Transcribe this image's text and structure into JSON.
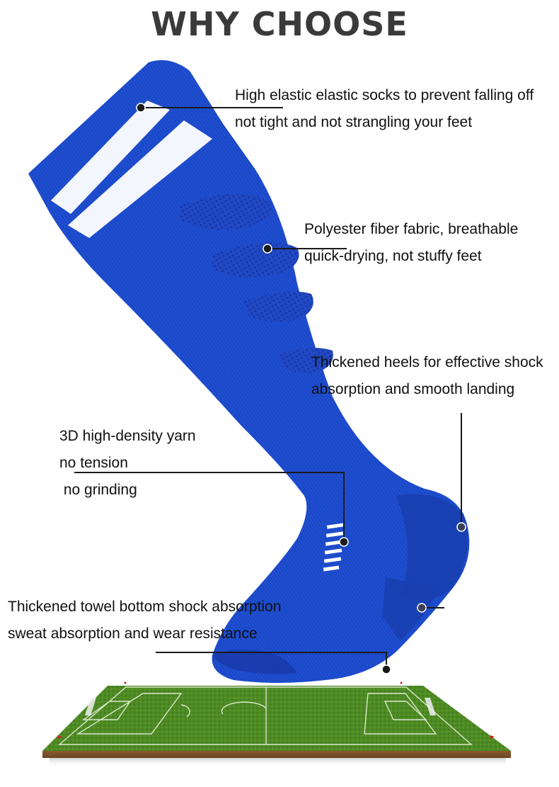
{
  "header": {
    "title": "WHY CHOOSE"
  },
  "colors": {
    "sock_blue": "#1f4fd1",
    "sock_blue_dark": "#1a3fb0",
    "stripe_white": "#ffffff",
    "pitch_green": "#4e8a24",
    "soil_brown": "#7a4e2a",
    "title_gray": "#3a3a3a",
    "callout_line": "#1a1a1a"
  },
  "callouts": [
    {
      "id": "elastic-top",
      "lines": [
        "High elastic elastic socks to prevent falling off",
        "not tight and not strangling your feet"
      ]
    },
    {
      "id": "fabric",
      "lines": [
        "Polyester fiber fabric, breathable",
        "quick-drying, not stuffy feet"
      ]
    },
    {
      "id": "heel",
      "lines": [
        "Thickened heels for effective shock",
        "absorption and smooth landing"
      ]
    },
    {
      "id": "yarn",
      "lines": [
        "3D high-density yarn",
        "no tension",
        " no grinding"
      ]
    },
    {
      "id": "towel-bottom",
      "lines": [
        "Thickened towel bottom shock absorption",
        "sweat absorption and wear resistance"
      ]
    }
  ],
  "illustration": {
    "product": "blue-football-sock",
    "base": "football-pitch"
  }
}
